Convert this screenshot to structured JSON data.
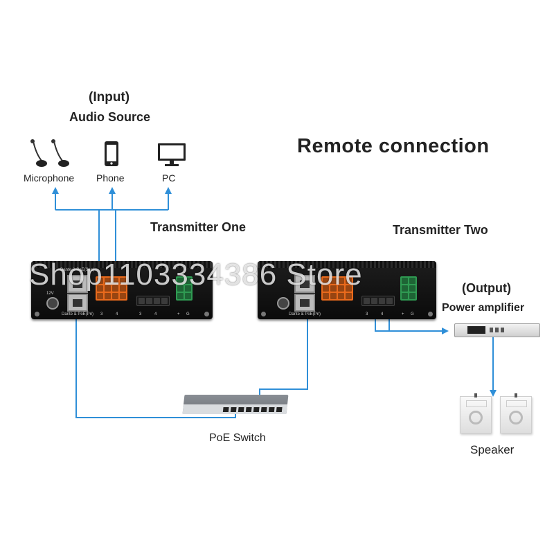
{
  "heading": "Remote connection",
  "input": {
    "line1": "(Input)",
    "line2": "Audio Source"
  },
  "sources": [
    {
      "label": "Microphone",
      "icon": "microphone-icon"
    },
    {
      "label": "Phone",
      "icon": "phone-icon"
    },
    {
      "label": "PC",
      "icon": "monitor-icon"
    }
  ],
  "transmitter_one": {
    "title": "Transmitter One",
    "port_label_top": "Dante & PoE(Sec)",
    "port_label_bottom": "Dante & PoE(Pri)",
    "dc_label": "12V",
    "terminal_labels": [
      "3",
      "4",
      "3",
      "4",
      "+",
      "G"
    ]
  },
  "transmitter_two": {
    "title": "Transmitter Two",
    "port_label_bottom": "Dante & PoE(Pri)",
    "terminal_labels": [
      "3",
      "4",
      "+",
      "G"
    ]
  },
  "output": {
    "line1": "(Output)",
    "line2": "Power amplifier"
  },
  "poe_switch": {
    "label": "PoE Switch"
  },
  "speaker": {
    "label": "Speaker"
  },
  "watermark": "Shop1103334386 Store",
  "colors": {
    "wire": "#2f8fd8",
    "terminal_orange": "#e96a1c",
    "terminal_green": "#2f9a52",
    "device": "#111111"
  }
}
